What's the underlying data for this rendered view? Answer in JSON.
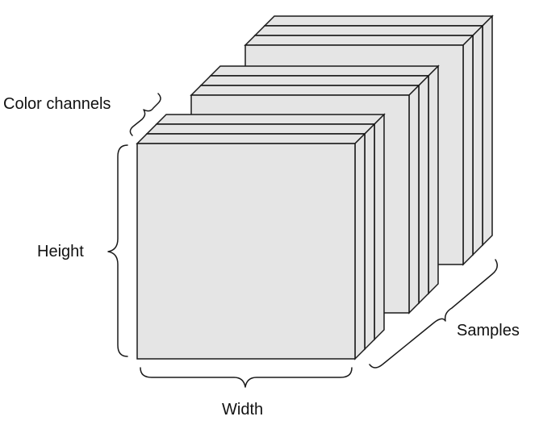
{
  "diagram": {
    "labels": {
      "color_channels": "Color channels",
      "height": "Height",
      "width": "Width",
      "samples": "Samples"
    },
    "samples_count": 3,
    "channels_per_sample": 3,
    "colors": {
      "face_fill": "#e5e5e5",
      "stroke": "#1a1a1a",
      "background": "#ffffff"
    }
  }
}
